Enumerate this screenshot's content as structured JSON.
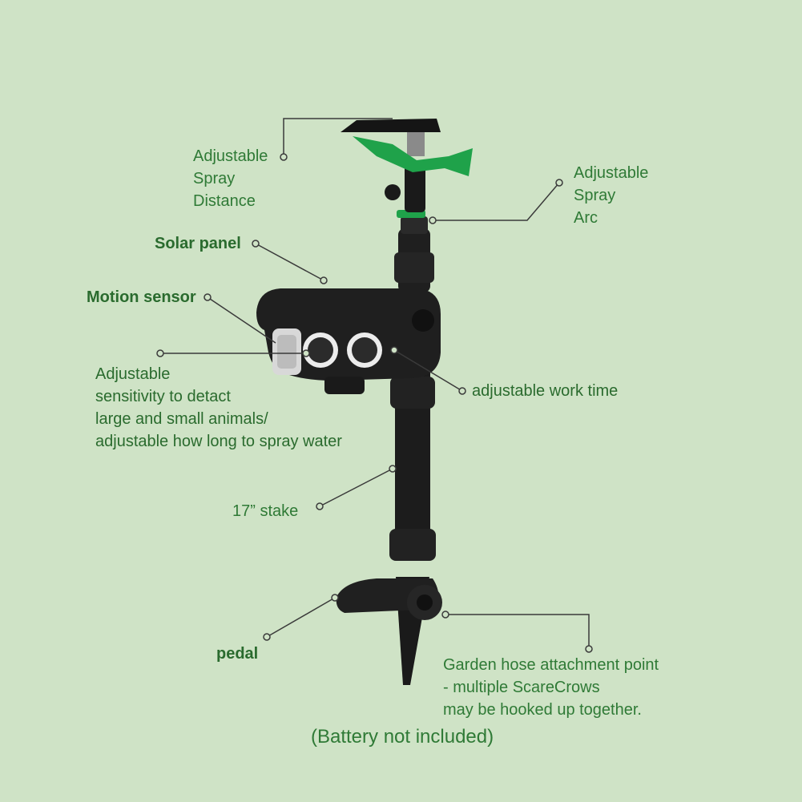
{
  "colors": {
    "background": "#cfe3c6",
    "label_green": "#2f7a36",
    "device_body": "#1e1e1e",
    "nozzle_green": "#1fa24a",
    "leader_line": "#3a3a3a"
  },
  "labels": {
    "spray_distance": [
      "Adjustable",
      "Spray",
      "Distance"
    ],
    "spray_arc": [
      "Adjustable",
      "Spray",
      "Arc"
    ],
    "solar_panel": "Solar panel",
    "motion_sensor": "Motion sensor",
    "sensitivity": [
      "Adjustable",
      "sensitivity to detact",
      "large and small animals/",
      "adjustable how long to spray water"
    ],
    "work_time": "adjustable work time",
    "stake": "17”  stake",
    "pedal": "pedal",
    "hose": [
      "Garden hose attachment point",
      "- multiple ScareCrows",
      "may be hooked up together."
    ]
  },
  "footnote": "(Battery not included)"
}
